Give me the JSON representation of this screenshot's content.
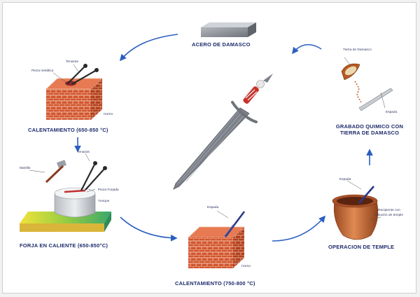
{
  "colors": {
    "arrow": "#2a5fbf",
    "label": "#1c2a6b",
    "brick": "#d2552f",
    "mortar": "#f3c2a8",
    "steel": "#8a8f96",
    "pot": "#c86a3a"
  },
  "steps": {
    "steel": {
      "title": "ACERO DE DAMASCO"
    },
    "heating1": {
      "title": "CALENTAMIENTO (650-850 °C)",
      "tongs_label": "Tenazas",
      "metal_label": "Pieza metálica",
      "furnace_label": "Horno"
    },
    "forging": {
      "title": "FORJA EN CALIENTE (650-850°C)",
      "hammer_label": "Martillo",
      "tongs_label": "Tenazas",
      "piece_label": "Pieza Forjada",
      "anvil_label": "Yunque"
    },
    "heating2": {
      "title": "CALENTAMIENTO (750-800 °C)",
      "sword_label": "Espada",
      "furnace_label": "Horno"
    },
    "tempering": {
      "title": "OPERACION DE TEMPLE",
      "sword_label": "Espada",
      "vessel_label_1": "Recipiente con",
      "vessel_label_2": "solución de temple"
    },
    "etching": {
      "title_1": "GRABADO QUIMICO CON",
      "title_2": "TIERRA DE DAMASCO",
      "earth_label": "Tierra de Damasco",
      "sword_label": "Espada"
    }
  }
}
